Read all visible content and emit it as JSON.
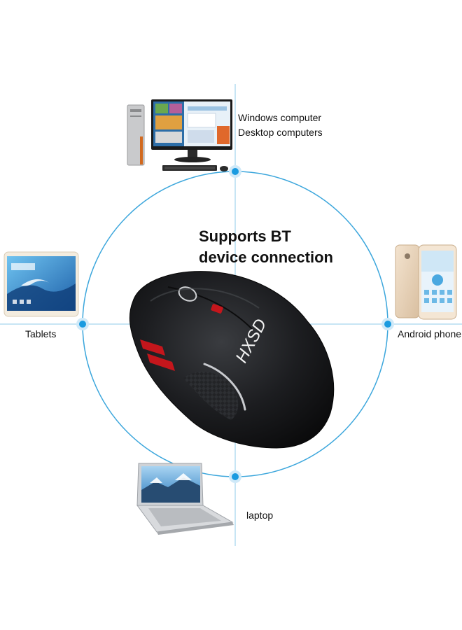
{
  "headline": {
    "line1": "Supports BT",
    "line2": "device connection"
  },
  "devices": {
    "windows": {
      "line1": "Windows computer",
      "line2": "Desktop computers",
      "icon": "desktop-computer-icon"
    },
    "tablets": {
      "label": "Tablets",
      "icon": "tablet-icon"
    },
    "android": {
      "label": "Android phone",
      "icon": "smartphone-icon"
    },
    "laptop": {
      "label": "laptop",
      "icon": "laptop-icon"
    }
  },
  "mouse": {
    "brand": "HXSD",
    "body_color": "#1a1b1d",
    "accent_color": "#c4161c"
  },
  "colors": {
    "circle": "#3ba6dc",
    "node": "#1a9be0",
    "guide": "#8fcbea"
  }
}
